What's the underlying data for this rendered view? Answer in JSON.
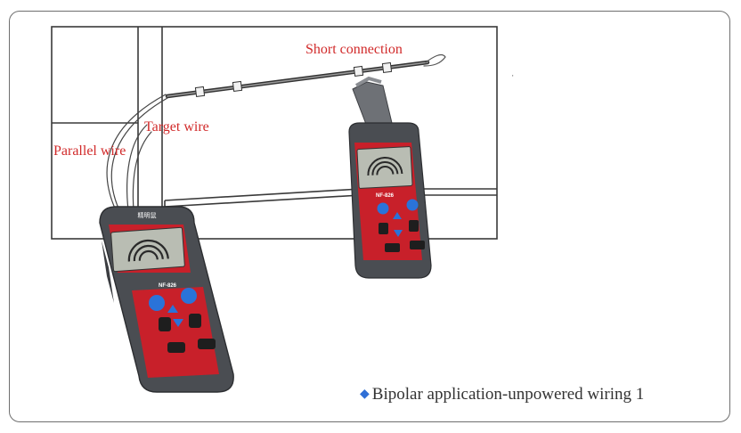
{
  "labels": {
    "short_connection": "Short connection",
    "target_wire": "Target wire",
    "parallel_wire": "Parallel wire"
  },
  "caption": {
    "bullet": "◆",
    "text": "Bipolar application-unpowered wiring 1"
  },
  "devices": {
    "transmitter": {
      "brand": "精明鼠",
      "model": "NF-826"
    },
    "receiver": {
      "model": "NF-826"
    }
  },
  "colors": {
    "label_red": "#d12a2a",
    "device_red": "#c8202a",
    "device_gray": "#4a4d52",
    "button_blue": "#2a73d9",
    "bullet_blue": "#2f6fd6"
  }
}
